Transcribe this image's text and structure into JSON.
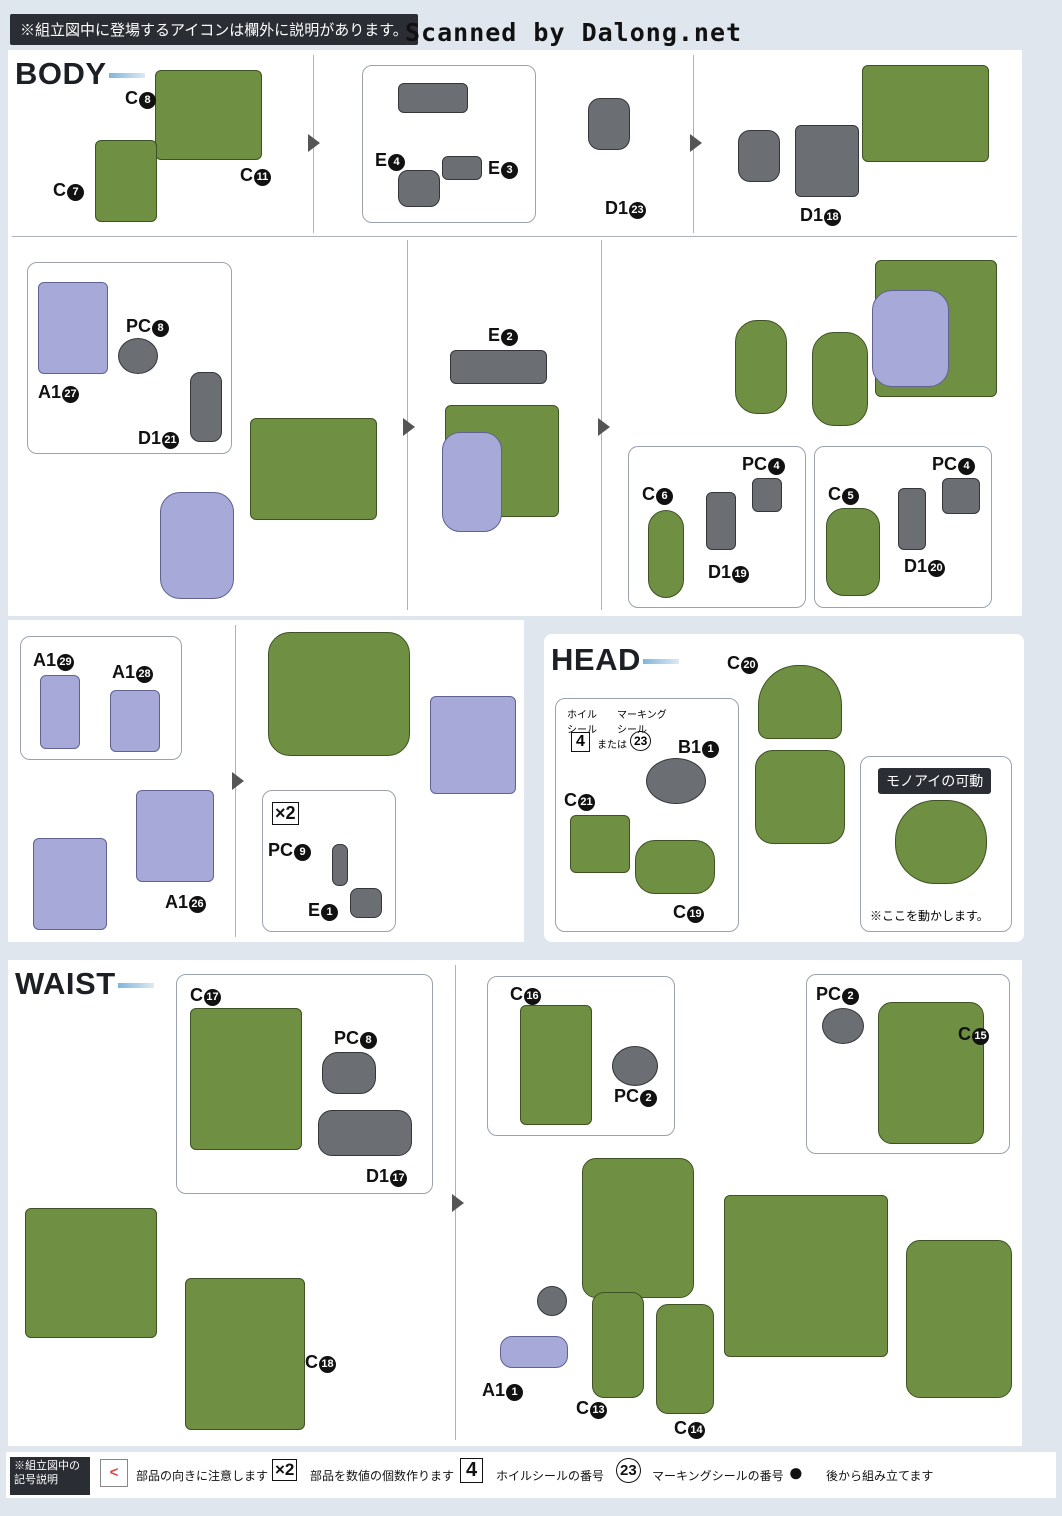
{
  "top_note": "※組立図中に登場するアイコンは欄外に説明があります。",
  "scanned_by": "Scanned by Dalong.net",
  "sections": {
    "body": "BODY",
    "head": "HEAD",
    "waist": "WAIST"
  },
  "labels": {
    "c8": "C",
    "c7": "C",
    "c11": "C",
    "e4": "E",
    "e3": "E",
    "d1_23": "D1",
    "d1_18": "D1",
    "pc8a": "PC",
    "a1_27": "A1",
    "d1_21": "D1",
    "e2": "E",
    "pc4a": "PC",
    "c6": "C",
    "d1_19": "D1",
    "pc4b": "PC",
    "c5": "C",
    "d1_20": "D1",
    "a1_29": "A1",
    "a1_28": "A1",
    "a1_26": "A1",
    "x2": "×2",
    "pc9": "PC",
    "e1": "E",
    "c20": "C",
    "b1_1": "B1",
    "c21": "C",
    "c19": "C",
    "c17": "C",
    "pc8b": "PC",
    "d1_17": "D1",
    "c18": "C",
    "c16": "C",
    "pc2a": "PC",
    "pc2b": "PC",
    "c15": "C",
    "a1_1": "A1",
    "c13": "C",
    "c14": "C"
  },
  "nums": {
    "c8": "8",
    "c7": "7",
    "c11": "11",
    "e4": "4",
    "e3": "3",
    "d1_23": "23",
    "d1_18": "18",
    "pc8a": "8",
    "a1_27": "27",
    "d1_21": "21",
    "e2": "2",
    "pc4a": "4",
    "c6": "6",
    "d1_19": "19",
    "pc4b": "4",
    "c5": "5",
    "d1_20": "20",
    "a1_29": "29",
    "a1_28": "28",
    "a1_26": "26",
    "pc9": "9",
    "e1": "1",
    "c20": "20",
    "b1_1": "1",
    "c21": "21",
    "c19": "19",
    "c17": "17",
    "pc8b": "8",
    "d1_17": "17",
    "c18": "18",
    "c16": "16",
    "pc2a": "2",
    "pc2b": "2",
    "c15": "15",
    "a1_1": "1",
    "c13": "13",
    "c14": "14"
  },
  "head_box": {
    "wheel_seal": "ホイル シール",
    "marking_seal": "マーキング シール",
    "wheel_num": "4",
    "or": "または",
    "marking_num": "23"
  },
  "monoeye": {
    "title": "モノアイの可動",
    "note": "※ここを動かします。"
  },
  "footer": {
    "legend_title": "※組立図中の記号説明",
    "items": [
      {
        "symbol": "<",
        "text": "部品の向きに注意します"
      },
      {
        "symbol": "×2",
        "text": "部品を数値の個数作ります"
      },
      {
        "symbol": "4",
        "text": "ホイルシールの番号"
      },
      {
        "symbol": "23",
        "text": "マーキングシールの番号"
      },
      {
        "symbol": "●",
        "text": "後から組み立てます"
      }
    ]
  },
  "colors": {
    "background": "#dfe6ee",
    "part_green": "#6f8f42",
    "part_lavender": "#a7a9d8",
    "part_grey": "#6b6e73"
  }
}
